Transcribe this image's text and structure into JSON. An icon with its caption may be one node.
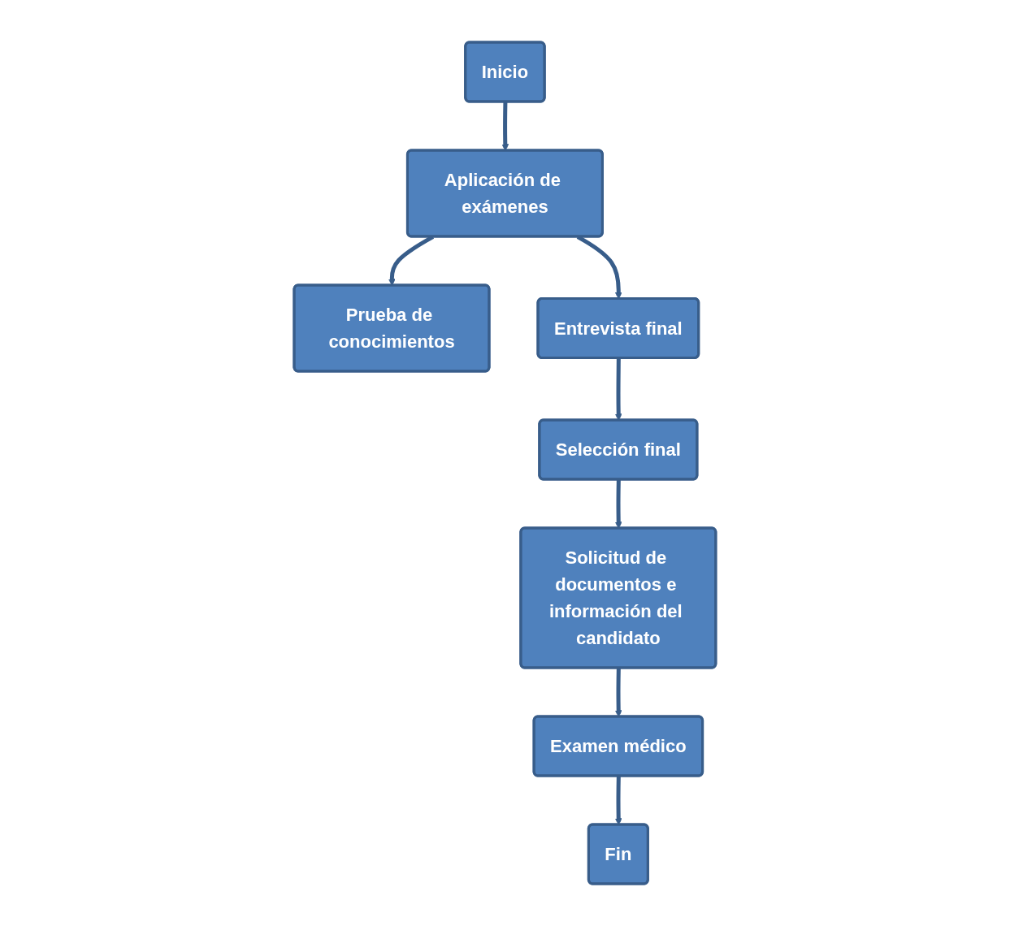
{
  "diagram": {
    "nodes": [
      {
        "text": [
          "Inicio"
        ]
      },
      {
        "text": [
          "Aplicación de exámenes"
        ]
      },
      {
        "text": [
          "Prueba de conocimientos"
        ]
      },
      {
        "text": [
          "Entrevista final"
        ]
      },
      {
        "text": [
          "Selección final"
        ]
      },
      {
        "text": [
          "Solicitud de documentos e información del candidato"
        ]
      },
      {
        "text": [
          "Examen médico"
        ]
      },
      {
        "text": [
          "Fin"
        ]
      }
    ],
    "edges": [
      {
        "from": 0,
        "to": 1,
        "arrow": "to"
      },
      {
        "from": 1,
        "to": 2,
        "arrow": "to"
      },
      {
        "from": 1,
        "to": 3,
        "arrow": "to"
      },
      {
        "from": 3,
        "to": 4,
        "arrow": "to"
      },
      {
        "from": 4,
        "to": 5,
        "arrow": "to"
      },
      {
        "from": 5,
        "to": 6,
        "arrow": "to"
      },
      {
        "from": 6,
        "to": 7,
        "arrow": "to"
      }
    ]
  }
}
